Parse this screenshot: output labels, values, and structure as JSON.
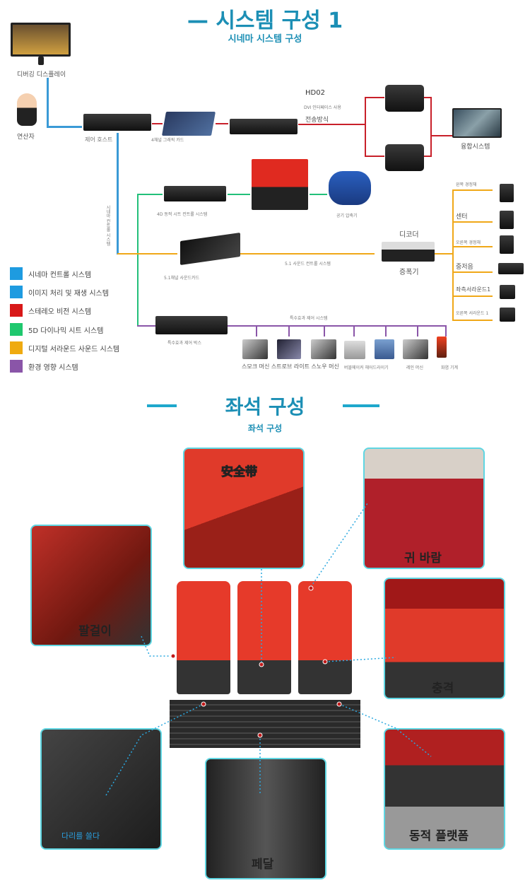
{
  "section1": {
    "title": "— 시스템 구성 1",
    "subtitle": "시네마 시스템 구성"
  },
  "nodes": {
    "debug_display": "디버깅 디스플레이",
    "operator": "연산자",
    "control_host": "제어 호스트",
    "graphics_card": "4채널 그래픽 카드",
    "hd02": "HD02",
    "dvi": "DVI 인터페이스 사용",
    "transmission": "전송방식",
    "fusion": "융합시스템",
    "cinema_control_vertical": "시네마 컨트롤 시스템",
    "seat_control": "4D 동적 시트 컨트롤 시스템",
    "air_compressor": "공기 압축기",
    "sound_card": "5.1채널 사운드카드",
    "sound_control": "5.1 사운드 컨트롤 시스템",
    "decoder": "디코더",
    "amplifier": "증폭기",
    "effects_box": "특수효과 제어 박스",
    "effects_system": "특수효과 제어 시스템"
  },
  "speakers": [
    "왼쪽 경정채",
    "센터",
    "오른쪽 경정채",
    "중저음",
    "좌측서라운드1",
    "오른쪽 서라운드 1"
  ],
  "effects": {
    "group1": "스모크 머신 스트로브 라이트 스노우 머신",
    "group2": "버블메이커 헤어드라이기",
    "rain": "레인 머신",
    "flame": "화염 기계"
  },
  "legend": [
    {
      "label": "시네마 컨트롤 시스템",
      "color": "#1e9be0"
    },
    {
      "label": "이미지 처리 및 재생 시스템",
      "color": "#1e9be0"
    },
    {
      "label": "스테레오 비전 시스템",
      "color": "#d81818"
    },
    {
      "label": "5D 다이나믹 시트 시스템",
      "color": "#1fc86e"
    },
    {
      "label": "디지털 서라운드 사운드 시스템",
      "color": "#efaa10"
    },
    {
      "label": "환경 영향 시스템",
      "color": "#8a55a8"
    }
  ],
  "colors": {
    "title": "#1c8fb5",
    "blue": "#3a9ad6",
    "red": "#c8202a",
    "green": "#22c07a",
    "orange": "#f0a818",
    "purple": "#8a55a8",
    "panel_border": "#5fd6e2"
  },
  "section2": {
    "title": "좌석 구성",
    "subtitle": "좌석 구성"
  },
  "features": {
    "seatbelt": "安全带",
    "ear_wind": "귀 바람",
    "armrest": "팔걸이",
    "impact": "충격",
    "leg_sweep": "다리를 쓸다",
    "pedal": "페달",
    "platform": "동적 플랫폼"
  }
}
